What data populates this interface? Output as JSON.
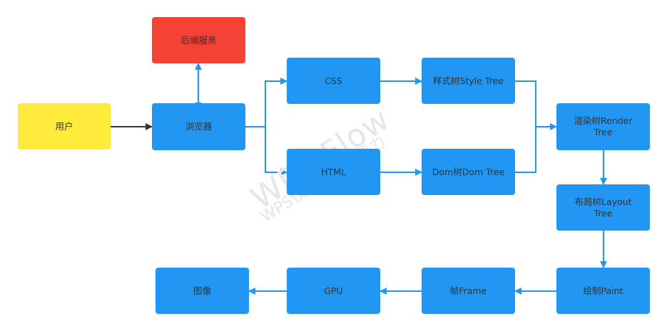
{
  "colors": {
    "node_blue": "#2196f3",
    "node_red": "#f44336",
    "node_yellow": "#ffeb3b",
    "edge_blue": "#2196f3",
    "edge_dark": "#333333"
  },
  "nodes": {
    "user": {
      "label": "用户",
      "color": "#ffeb3b"
    },
    "backend": {
      "label": "后端服务",
      "color": "#f44336"
    },
    "browser": {
      "label": "浏览器",
      "color": "#2196f3"
    },
    "css": {
      "label": "CSS",
      "color": "#2196f3"
    },
    "html": {
      "label": "HTML",
      "color": "#2196f3"
    },
    "style_tree": {
      "label": "样式树Style Tree",
      "color": "#2196f3"
    },
    "dom_tree": {
      "label": "Dom树Dom Tree",
      "color": "#2196f3"
    },
    "render_tree": {
      "label_line1": "渲染树Render",
      "label_line2": "Tree",
      "color": "#2196f3"
    },
    "layout_tree": {
      "label_line1": "布局树Layout",
      "label_line2": "Tree",
      "color": "#2196f3"
    },
    "paint": {
      "label": "绘制Paint",
      "color": "#2196f3"
    },
    "frame": {
      "label": "帧Frame",
      "color": "#2196f3"
    },
    "gpu": {
      "label": "GPU",
      "color": "#2196f3"
    },
    "image": {
      "label": "图像",
      "color": "#2196f3"
    }
  },
  "watermark": {
    "line1": "WPS Flow",
    "line2": "WPS仅提供作图能力"
  }
}
